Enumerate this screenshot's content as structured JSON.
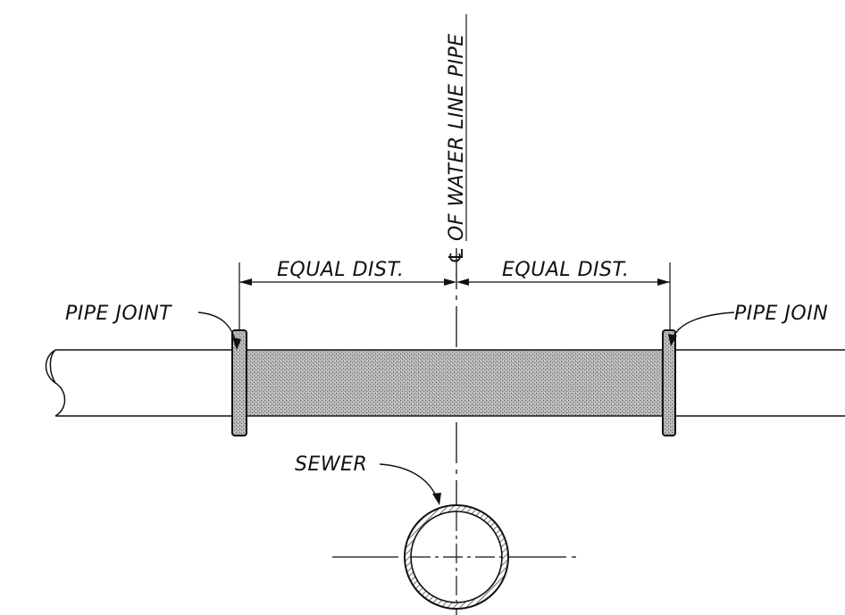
{
  "labels": {
    "centerline": "OF WATER LINE PIPE",
    "centerline_symbol": "℄",
    "dim_left": "EQUAL DIST.",
    "dim_right": "EQUAL DIST.",
    "joint_left": "PIPE JOINT",
    "joint_right": "PIPE JOIN",
    "sewer": "SEWER"
  },
  "colors": {
    "line": "#111111",
    "pipe_fill": "#a9a9a9"
  }
}
